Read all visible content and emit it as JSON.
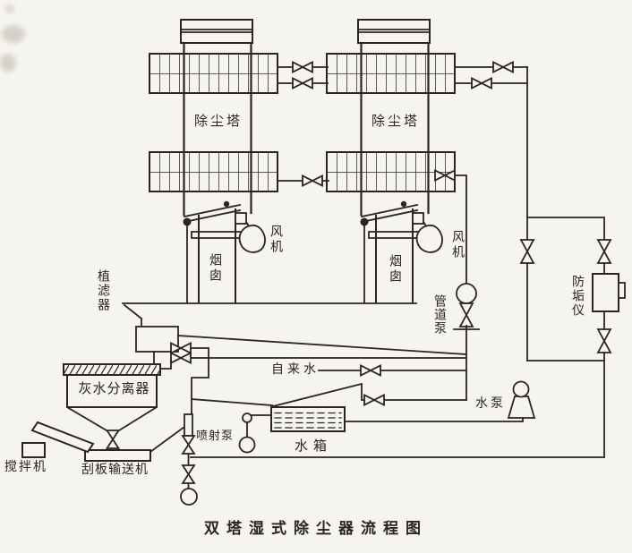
{
  "title": "双塔湿式除尘器流程图",
  "labels": {
    "tower_left": "除尘塔",
    "tower_right": "除尘塔",
    "fan_left": "风机",
    "fan_right": "风机",
    "chimney_left": "烟囱",
    "chimney_right": "烟囱",
    "filter": "植滤器",
    "pipeline_pump": "管道泵",
    "anti_scaling_meter": "防垢仪",
    "ash_water_separator": "灰水分离器",
    "tap_water": "自来水",
    "water_tank": "水箱",
    "water_pump": "水泵",
    "jet_pump": "喷射泵",
    "mixer": "搅拌机",
    "scraper_conveyor": "刮板输送机"
  },
  "colors": {
    "ink": "#2b251e",
    "paper": "#f6f4ef"
  }
}
